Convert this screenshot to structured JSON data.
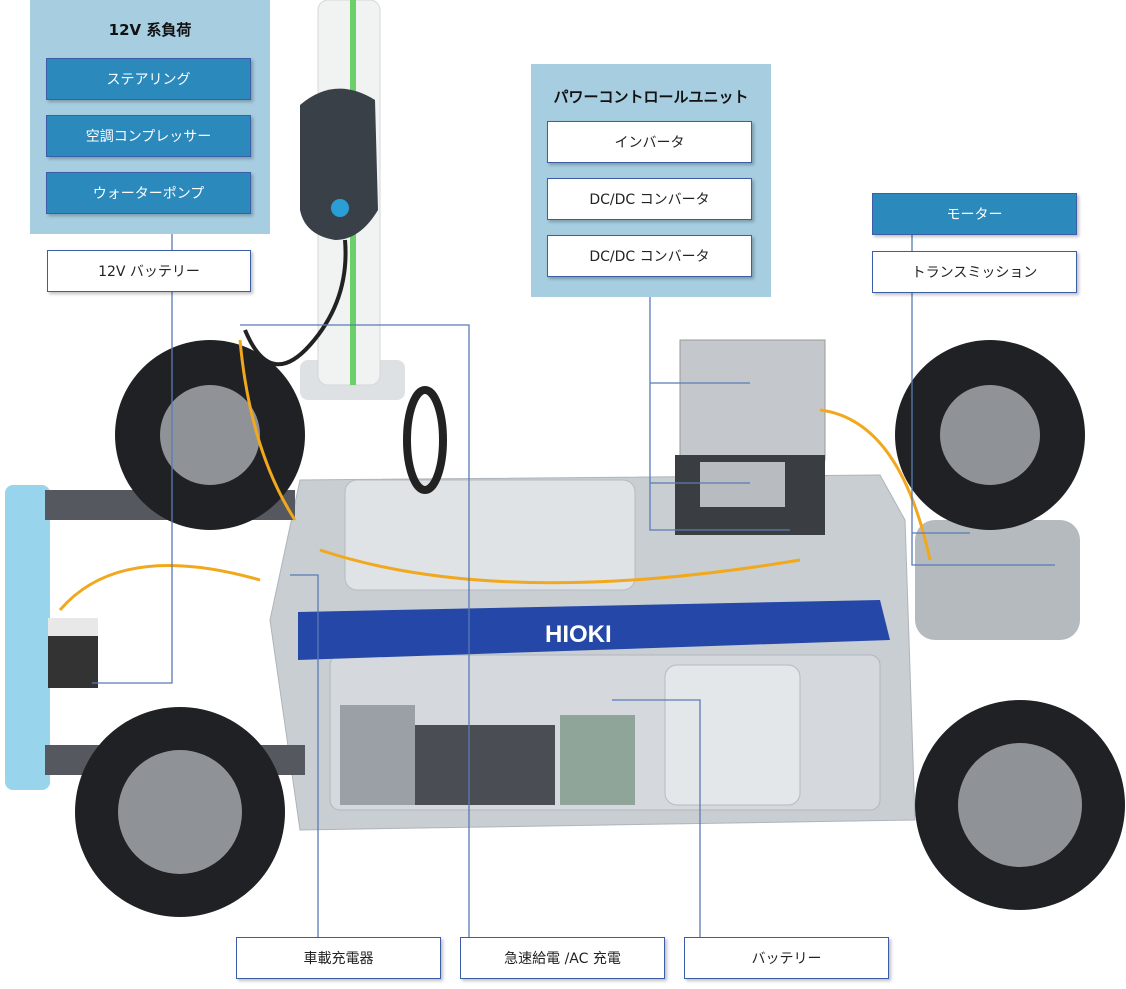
{
  "load12v": {
    "title": "12V 系負荷",
    "items": [
      "ステアリング",
      "空調コンプレッサー",
      "ウォーターポンプ"
    ],
    "battery": "12V バッテリー"
  },
  "pcu": {
    "title": "パワーコントロールユニット",
    "items": [
      "インバータ",
      "DC/DC コンバータ",
      "DC/DC コンバータ"
    ]
  },
  "drive": {
    "motor": "モーター",
    "transmission": "トランスミッション"
  },
  "bottom": {
    "onboard_charger": "車載充電器",
    "quick_charge": "急速給電 /AC 充電",
    "battery": "バッテリー"
  },
  "brand": "HIOKI",
  "colors": {
    "panel": "#a6cde0",
    "dark_box": "#2b89bc",
    "border": "#3c5ea8",
    "bar": "#2447a8"
  }
}
